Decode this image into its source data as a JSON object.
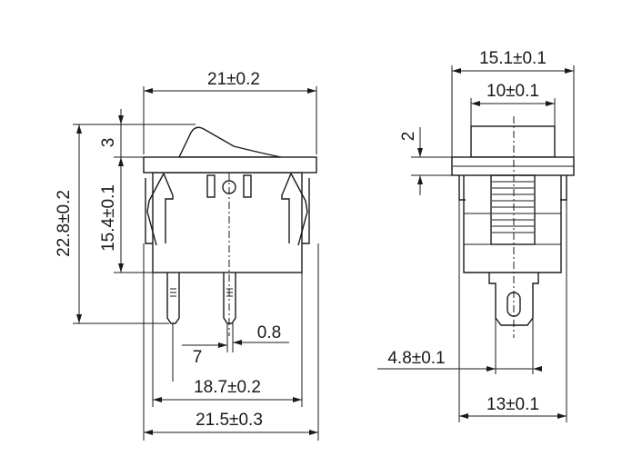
{
  "dimensions": {
    "front": {
      "overall_width": "21±0.2",
      "rocker_height": "3",
      "total_height": "22.8±0.2",
      "body_height": "15.4±0.1",
      "pin_width": "0.8",
      "pin_spacing": "7",
      "base_width": "18.7±0.2",
      "clip_width": "21.5±0.3"
    },
    "side": {
      "overall_width": "15.1±0.1",
      "top_width": "10±0.1",
      "flange_thickness": "2",
      "terminal_width": "4.8±0.1",
      "body_width": "13±0.1"
    }
  }
}
